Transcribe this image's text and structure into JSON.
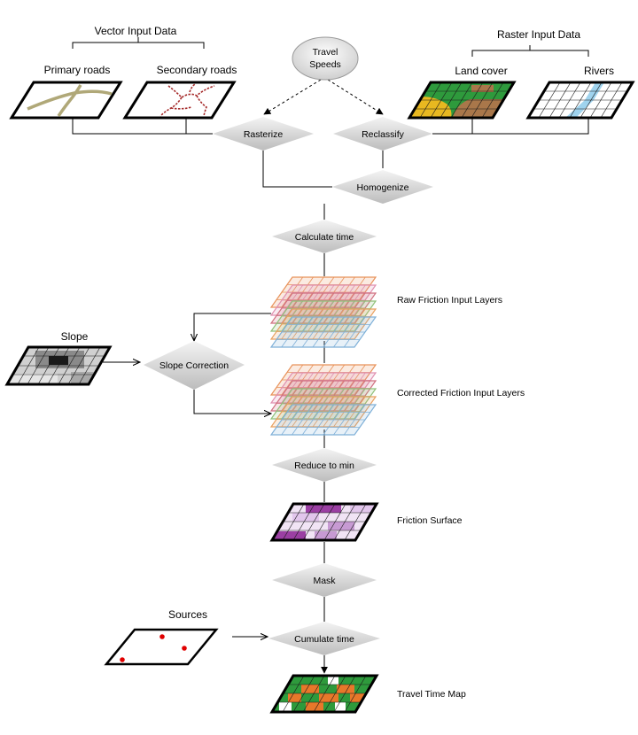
{
  "groups": {
    "vector": "Vector Input Data",
    "raster": "Raster Input Data"
  },
  "inputs": {
    "primary_roads": "Primary roads",
    "secondary_roads": "Secondary roads",
    "land_cover": "Land cover",
    "rivers": "Rivers",
    "slope": "Slope",
    "sources": "Sources"
  },
  "start": {
    "line1": "Travel",
    "line2": "Speeds"
  },
  "steps": {
    "rasterize": "Rasterize",
    "reclassify": "Reclassify",
    "homogenize": "Homogenize",
    "calculate_time": "Calculate time",
    "slope_correction": "Slope Correction",
    "reduce_to_min": "Reduce to min",
    "mask": "Mask",
    "cumulate_time": "Cumulate time"
  },
  "outputs": {
    "raw_friction": "Raw Friction Input Layers",
    "corrected_friction": "Corrected Friction Input Layers",
    "friction_surface": "Friction Surface",
    "travel_time_map": "Travel Time Map"
  },
  "colors": {
    "diamond_light": "#f2f2f2",
    "diamond_dark": "#bdbdbd",
    "road_primary": "#b0a878",
    "road_secondary": "#a52a2a",
    "landcover_green": "#2e9a3c",
    "landcover_brown": "#a9774a",
    "landcover_yellow": "#e8b820",
    "river_blue": "#9fd3ee",
    "friction_purple": "#9b3fa3",
    "friction_light": "#e2c6ec",
    "travel_orange": "#e8782a",
    "travel_green": "#2e9a3c",
    "source_red": "#e00000"
  }
}
